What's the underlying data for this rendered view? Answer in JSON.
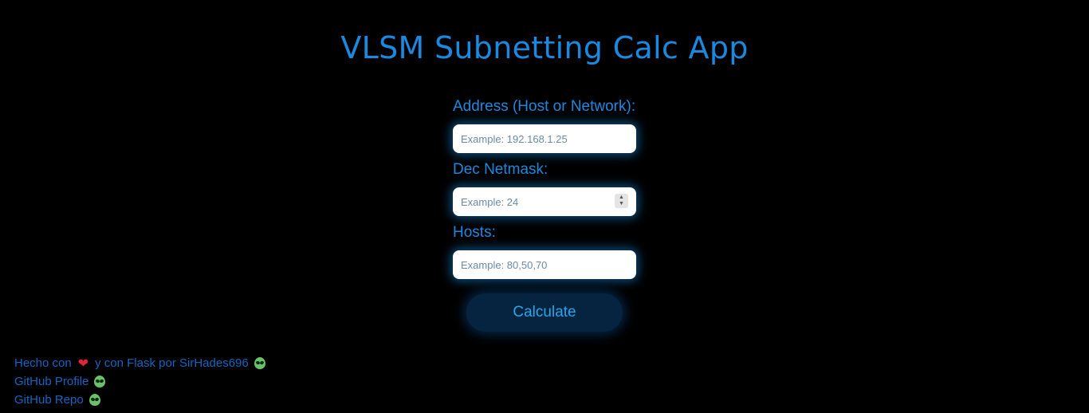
{
  "header": {
    "title": "VLSM Subnetting Calc App"
  },
  "form": {
    "address": {
      "label": "Address (Host or Network):",
      "placeholder": "Example: 192.168.1.25",
      "value": ""
    },
    "netmask": {
      "label": "Dec Netmask:",
      "placeholder": "Example: 24",
      "value": ""
    },
    "hosts": {
      "label": "Hosts:",
      "placeholder": "Example: 80,50,70",
      "value": ""
    },
    "submit_label": "Calculate"
  },
  "footer": {
    "made_with_prefix": "Hecho con",
    "made_with_suffix": "y con Flask por SirHades696",
    "github_profile": "GitHub Profile",
    "github_repo": "GitHub Repo"
  },
  "icons": {
    "heart": "heart-icon",
    "alien": "alien-icon"
  },
  "colors": {
    "background": "#000000",
    "accent": "#1a8ae0",
    "button_bg": "#06243f",
    "button_text": "#27a6ea",
    "footer_text": "#1565c0"
  }
}
